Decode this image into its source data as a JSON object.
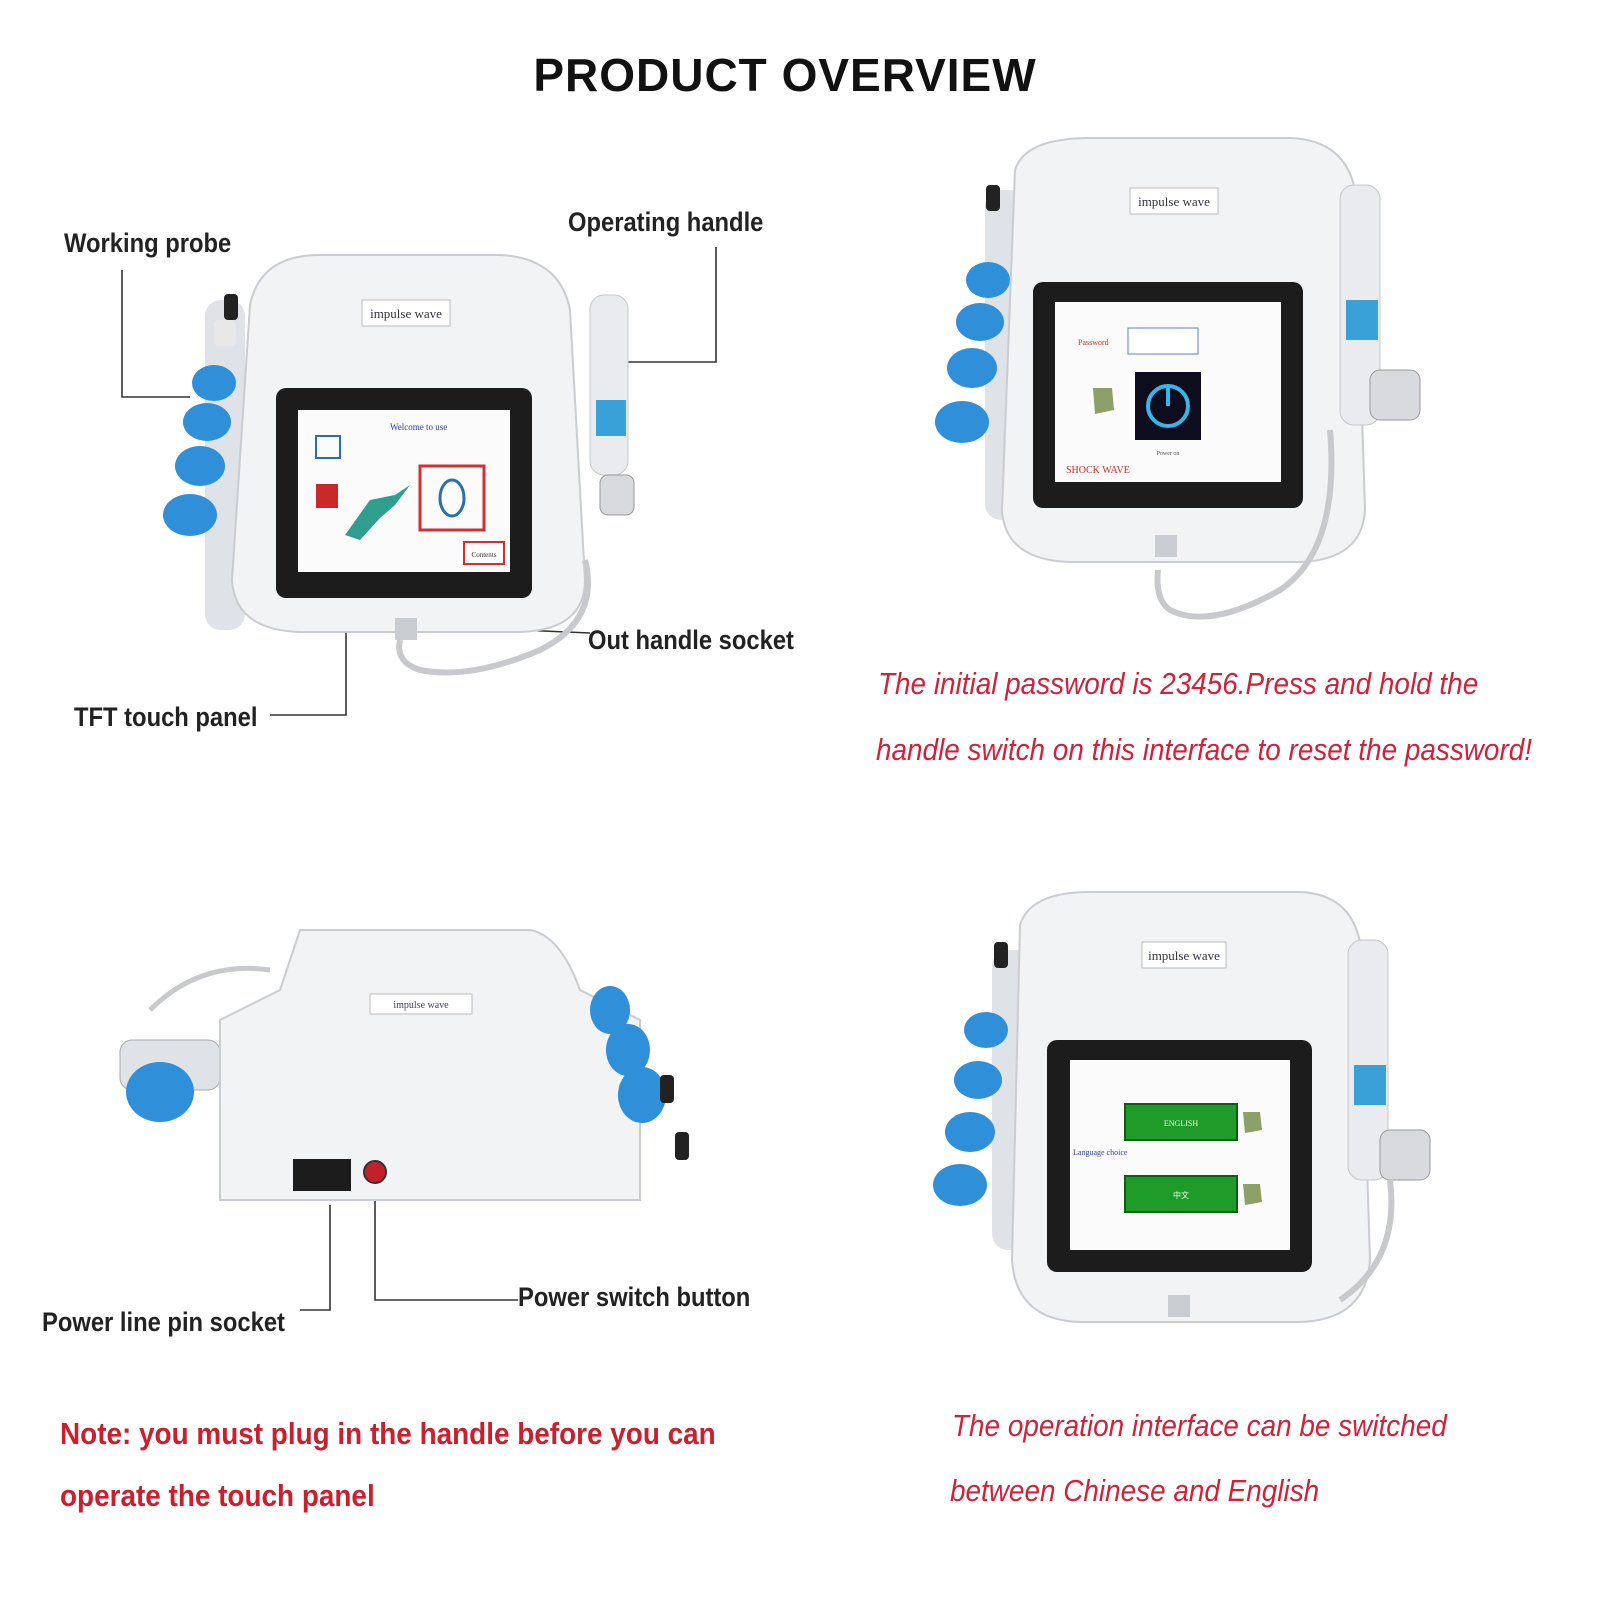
{
  "page_title": "PRODUCT OVERVIEW",
  "brand_mark": "impulse wave",
  "brand_mark_rear": "impulse wave",
  "callouts": {
    "working_probe": "Working probe",
    "operating_handle": "Operating handle",
    "out_handle_socket": "Out handle socket",
    "tft_touch_panel": "TFT touch panel",
    "power_line_pin_socket": "Power line pin socket",
    "power_switch_button": "Power switch button"
  },
  "screens": {
    "welcome": {
      "heading": "Welcome to use",
      "button": "Contents"
    },
    "password": {
      "label": "Password",
      "footer": "SHOCK WAVE",
      "power_caption": "Power on"
    },
    "language": {
      "label": "Language choice",
      "option_en": "ENGLISH",
      "option_cn": "中文"
    }
  },
  "notes": {
    "password_line1": "The initial password is 23456.Press and hold the",
    "password_line2": "handle switch on this interface to reset the password!",
    "plug_line1": "Note: you must plug in the handle before you can",
    "plug_line2": "operate the touch panel",
    "language_line1": "The operation interface can be switched",
    "language_line2": "between Chinese and English"
  },
  "colors": {
    "note_red": "#d0223a",
    "probe_blue": "#2f8fd8",
    "screen_bezel": "#1c1c1c",
    "device_body": "#f2f3f5"
  }
}
